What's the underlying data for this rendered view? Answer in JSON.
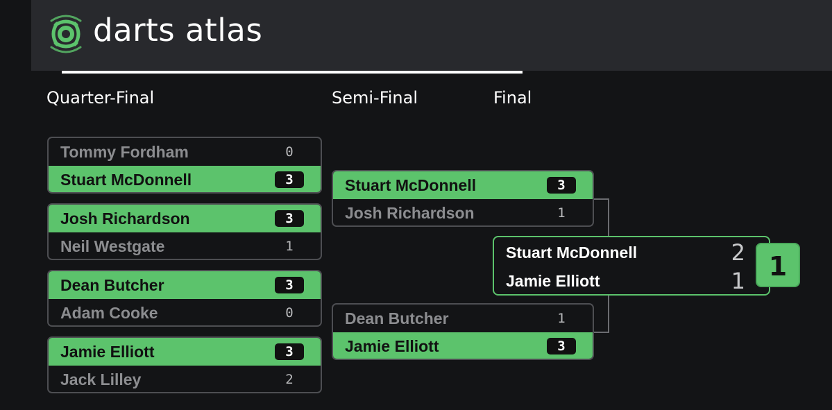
{
  "brand": {
    "name": "darts atlas"
  },
  "colors": {
    "accent": "#5cc36c",
    "background": "#131416",
    "header": "#28292d"
  },
  "rounds": {
    "quarter": "Quarter-Final",
    "semi": "Semi-Final",
    "final": "Final"
  },
  "quarter_finals": [
    {
      "p1": "Tommy Fordham",
      "s1": "0",
      "p2": "Stuart McDonnell",
      "s2": "3",
      "winner": 2
    },
    {
      "p1": "Josh Richardson",
      "s1": "3",
      "p2": "Neil Westgate",
      "s2": "1",
      "winner": 1
    },
    {
      "p1": "Dean Butcher",
      "s1": "3",
      "p2": "Adam Cooke",
      "s2": "0",
      "winner": 1
    },
    {
      "p1": "Jamie Elliott",
      "s1": "3",
      "p2": "Jack Lilley",
      "s2": "2",
      "winner": 1
    }
  ],
  "semi_finals": [
    {
      "p1": "Stuart McDonnell",
      "s1": "3",
      "p2": "Josh Richardson",
      "s2": "1",
      "winner": 1
    },
    {
      "p1": "Dean Butcher",
      "s1": "1",
      "p2": "Jamie Elliott",
      "s2": "3",
      "winner": 2
    }
  ],
  "final": {
    "p1": "Stuart McDonnell",
    "s1": "2",
    "p2": "Jamie Elliott",
    "s2": "1",
    "place": "1"
  }
}
